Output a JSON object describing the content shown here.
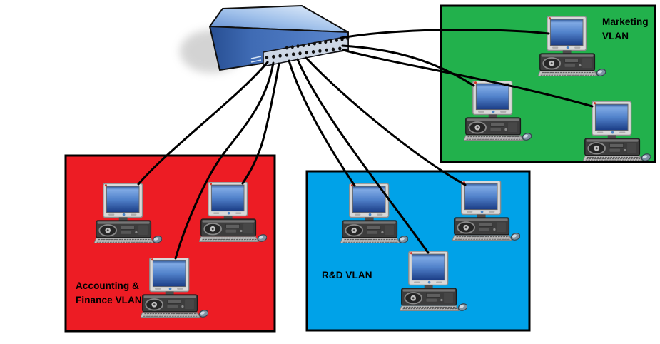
{
  "diagram": {
    "type": "vlan-network-diagram",
    "device": {
      "kind": "ethernet-switch",
      "ports": 24
    }
  },
  "colors": {
    "cable": "#000000",
    "box_border": "#000000",
    "label_text": "#000000"
  },
  "vlans": [
    {
      "name": "Marketing VLAN",
      "label_line1": "Marketing",
      "label_line2": "VLAN",
      "color": "#22B14C",
      "computer_count": 3
    },
    {
      "name": "Accounting & Finance VLAN",
      "label_line1": "Accounting &",
      "label_line2": "Finance VLAN",
      "color": "#ED1C24",
      "computer_count": 3
    },
    {
      "name": "R&D VLAN",
      "label_line1": "R&D VLAN",
      "label_line2": "",
      "color": "#00A2E8",
      "computer_count": 3
    }
  ]
}
